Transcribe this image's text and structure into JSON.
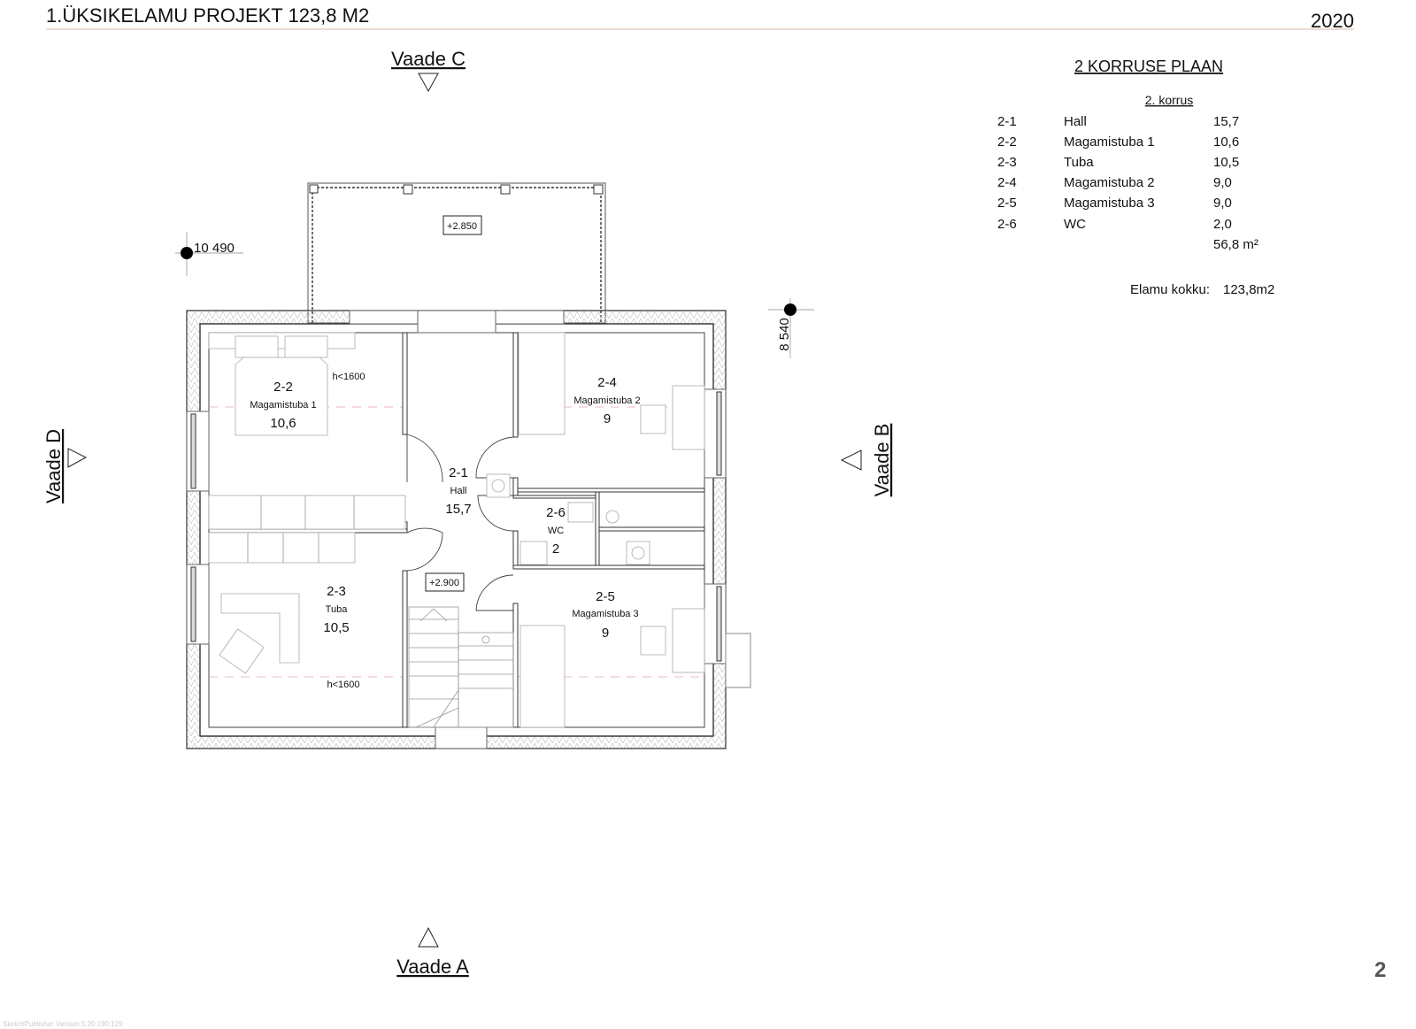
{
  "header": {
    "title": "1.ÜKSIKELAMU PROJEKT 123,8 M2",
    "year": "2020"
  },
  "views": {
    "top": "Vaade C",
    "left": "Vaade D",
    "right": "Vaade B",
    "bottom": "Vaade  A"
  },
  "markers": {
    "coord_x": "10 490",
    "coord_y": "8 540",
    "level_balcony": "+2.850",
    "level_floor": "+2.900"
  },
  "rooms": [
    {
      "id": "2-1",
      "name": "Hall",
      "area_label": "15,7"
    },
    {
      "id": "2-2",
      "name": "Magamistuba 1",
      "area_label": "10,6",
      "note": "h<1600"
    },
    {
      "id": "2-3",
      "name": "Tuba",
      "area_label": "10,5",
      "note": "h<1600"
    },
    {
      "id": "2-4",
      "name": "Magamistuba 2",
      "area_label": "9"
    },
    {
      "id": "2-5",
      "name": "Magamistuba 3",
      "area_label": "9"
    },
    {
      "id": "2-6",
      "name": "WC",
      "area_label": "2"
    }
  ],
  "schedule": {
    "title": "2 KORRUSE PLAAN",
    "subtitle": "2. korrus",
    "rows": [
      {
        "id": "2-1",
        "name": "Hall",
        "area": "15,7"
      },
      {
        "id": "2-2",
        "name": "Magamistuba 1",
        "area": "10,6"
      },
      {
        "id": "2-3",
        "name": "Tuba",
        "area": "10,5"
      },
      {
        "id": "2-4",
        "name": "Magamistuba 2",
        "area": "9,0"
      },
      {
        "id": "2-5",
        "name": "Magamistuba 3",
        "area": "9,0"
      },
      {
        "id": "2-6",
        "name": "WC",
        "area": "2,0"
      }
    ],
    "total": "56,8 m²",
    "house_total_label": "Elamu kokku:",
    "house_total_value": "123,8m2"
  },
  "footer": {
    "page_number": "2",
    "publisher": "SketchPublisher Version 5.20.190.129"
  },
  "colors": {
    "header_rule": "#d8b8a6",
    "wall": "#333333",
    "guide_line": "#e3a5a5"
  }
}
